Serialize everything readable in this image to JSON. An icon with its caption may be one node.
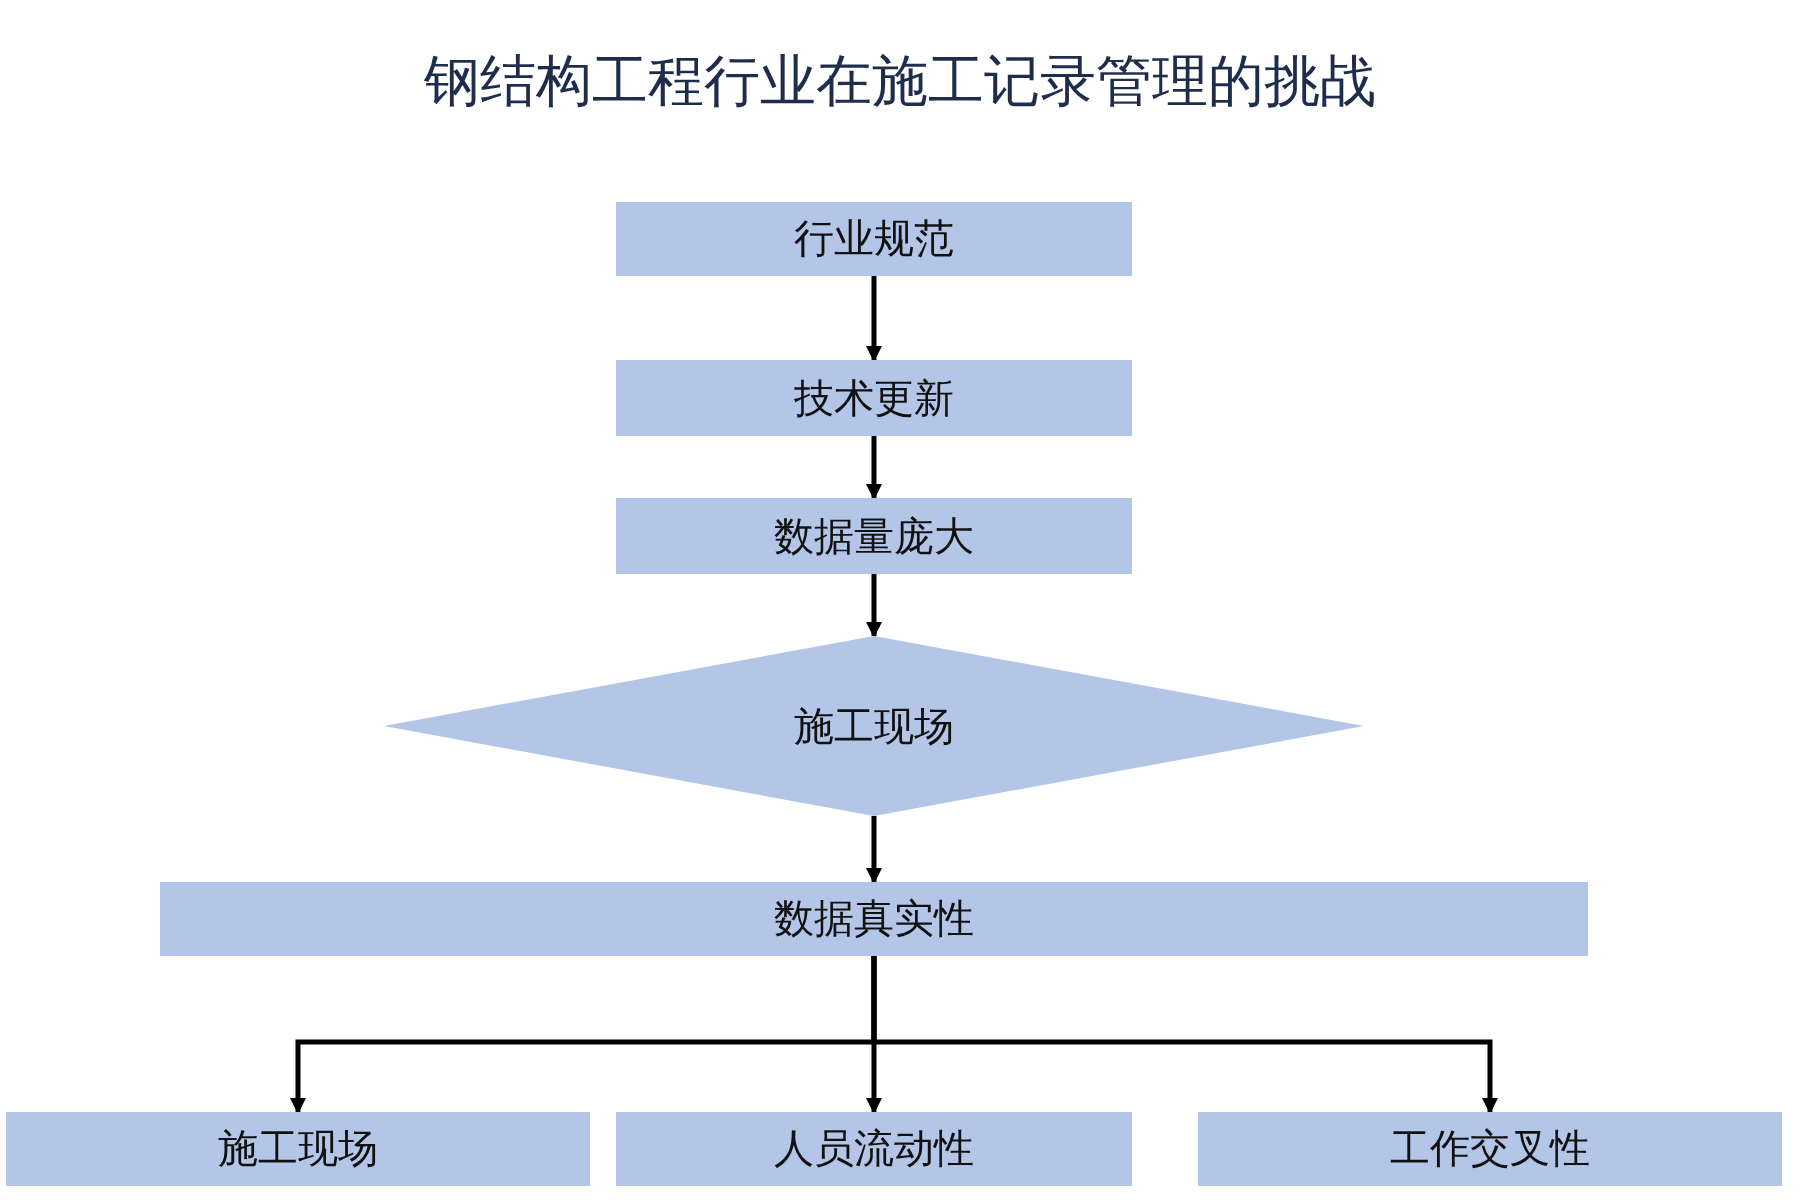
{
  "diagram": {
    "title": "钢结构工程行业在施工记录管理的挑战",
    "nodes": [
      {
        "text": [
          "行业规范"
        ]
      },
      {
        "text": [
          "技术更新"
        ]
      },
      {
        "text": [
          "数据量庞大"
        ]
      },
      {
        "text": [
          "施工现场"
        ]
      },
      {
        "text": [
          "数据真实性"
        ]
      },
      {
        "text": [
          "施工现场"
        ]
      },
      {
        "text": [
          "人员流动性"
        ]
      },
      {
        "text": [
          "工作交叉性"
        ]
      }
    ],
    "edges": [
      {
        "from": 0,
        "to": 1,
        "arrow": "to"
      },
      {
        "from": 1,
        "to": 2,
        "arrow": "to"
      },
      {
        "from": 2,
        "to": 3,
        "arrow": "to"
      },
      {
        "from": 3,
        "to": 4,
        "arrow": "to"
      },
      {
        "from": 4,
        "to": 5,
        "arrow": "to"
      },
      {
        "from": 4,
        "to": 6,
        "arrow": "to"
      },
      {
        "from": 4,
        "to": 7,
        "arrow": "to"
      }
    ]
  }
}
